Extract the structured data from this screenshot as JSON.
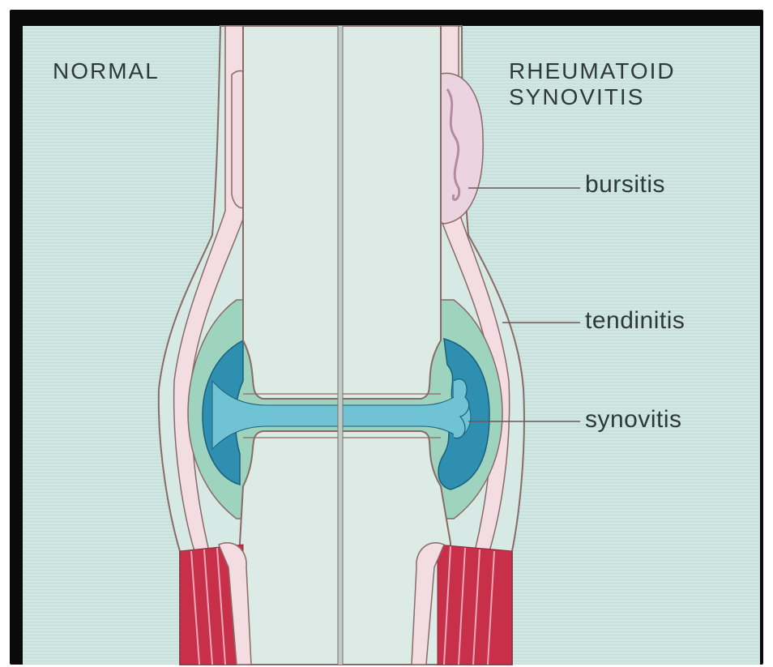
{
  "titles": {
    "normal": "NORMAL",
    "rheumatoid_line1": "RHEUMATOID",
    "rheumatoid_line2": "SYNOVITIS"
  },
  "labels": {
    "bursitis": "bursitis",
    "tendinitis": "tendinitis",
    "synovitis": "synovitis"
  },
  "colors": {
    "background": "#cfe6e3",
    "bone": "#dcebe6",
    "outline": "#8a6a66",
    "synovial_fluid": "#6fc3d4",
    "synovium": "#2f8fb0",
    "capsule_green": "#8fcdb6",
    "tendon_pink": "#f3d6dc",
    "muscle_red": "#c8304a"
  }
}
